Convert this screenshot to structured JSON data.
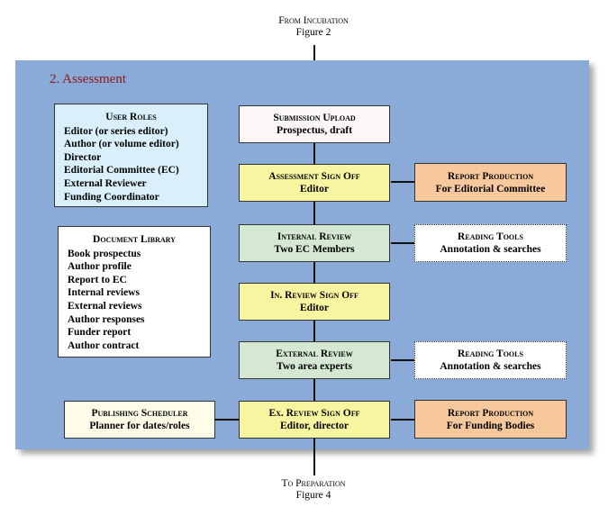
{
  "top_label": {
    "line1": "From Incubation",
    "line2": "Figure 2"
  },
  "bottom_label": {
    "line1": "To Preparation",
    "line2": "Figure 4"
  },
  "panel": {
    "title": "2. Assessment"
  },
  "user_roles": {
    "title": "User Roles",
    "items": [
      "Editor (or series editor)",
      "Author (or volume editor)",
      "Director",
      "Editorial Committee (EC)",
      "External Reviewer",
      "Funding Coordinator"
    ]
  },
  "document_library": {
    "title": "Document Library",
    "items": [
      "Book prospectus",
      "Author profile",
      "Report to EC",
      "Internal reviews",
      "External reviews",
      "Author responses",
      "Funder report",
      "Author contract"
    ]
  },
  "flow": [
    {
      "title": "Submission Upload",
      "sub": "Prospectus, draft"
    },
    {
      "title": "Assessment Sign Off",
      "sub": "Editor"
    },
    {
      "title": "Internal Review",
      "sub": "Two EC Members"
    },
    {
      "title": "In. Review Sign Off",
      "sub": "Editor"
    },
    {
      "title": "External Review",
      "sub": "Two area experts"
    },
    {
      "title": "Ex. Review Sign Off",
      "sub": "Editor, director"
    }
  ],
  "side": {
    "report_ec": {
      "title": "Report Production",
      "sub": "For Editorial Committee"
    },
    "reading_tools_1": {
      "title": "Reading Tools",
      "sub": "Annotation & searches"
    },
    "reading_tools_2": {
      "title": "Reading Tools",
      "sub": "Annotation & searches"
    },
    "report_funding": {
      "title": "Report Production",
      "sub": "For Funding Bodies"
    },
    "scheduler": {
      "title": "Publishing Scheduler",
      "sub": "Planner for dates/roles"
    }
  }
}
